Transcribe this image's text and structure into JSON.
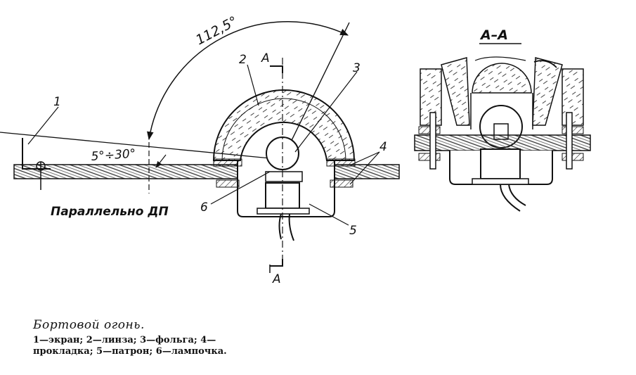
{
  "figure": {
    "angle_large": "112,5°",
    "angle_small": "5°÷30°",
    "parallel_label": "Параллельно ДП",
    "section_mark": "А",
    "section_title": "А–А",
    "callouts": [
      "1",
      "2",
      "3",
      "4",
      "5",
      "6"
    ]
  },
  "caption": {
    "title": "Бортовой огонь.",
    "legend": [
      {
        "n": "1",
        "text": "экран"
      },
      {
        "n": "2",
        "text": "линза"
      },
      {
        "n": "3",
        "text": "фольга"
      },
      {
        "n": "4",
        "text": "прокладка"
      },
      {
        "n": "5",
        "text": "патрон"
      },
      {
        "n": "6",
        "text": "лампочка"
      }
    ],
    "legend_line1": "1—экран; 2—линза; 3—фольга; 4—",
    "legend_line2": "прокладка; 5—патрон; 6—лампочка."
  }
}
